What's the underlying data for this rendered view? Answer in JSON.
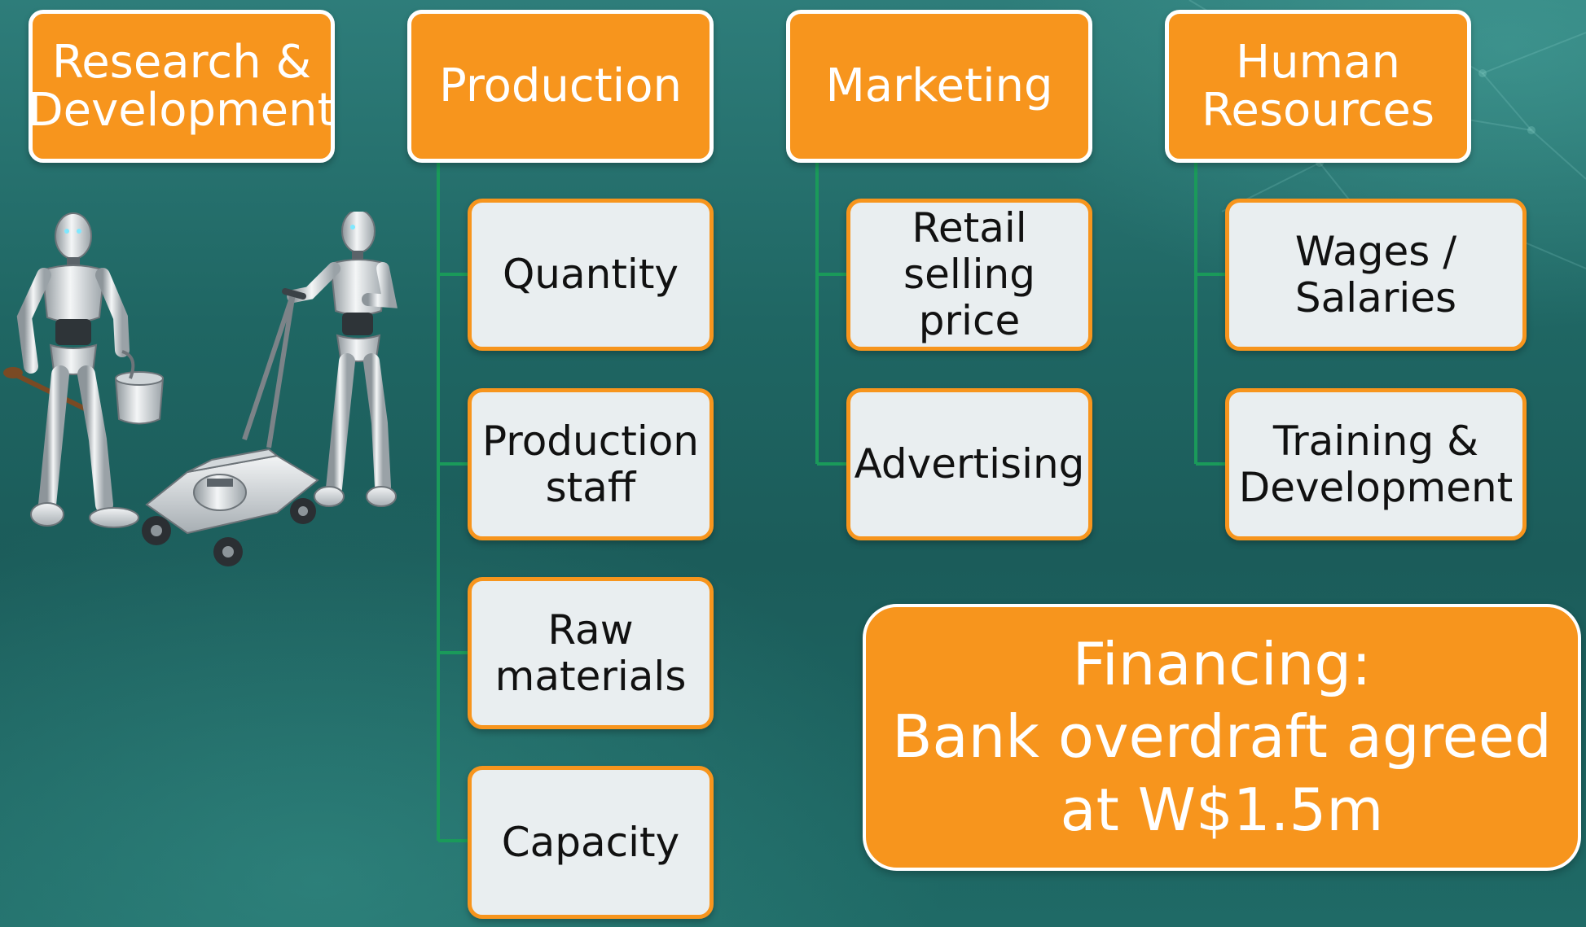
{
  "colors": {
    "accent_orange": "#f7951d",
    "sub_box_fill": "#e9eef0",
    "connector_green": "#1a9a5a",
    "background_teal": "#1f6663"
  },
  "departments": [
    {
      "key": "rd",
      "label": "Research &\nDevelopment",
      "items": []
    },
    {
      "key": "production",
      "label": "Production",
      "items": [
        "Quantity",
        "Production\nstaff",
        "Raw\nmaterials",
        "Capacity"
      ]
    },
    {
      "key": "marketing",
      "label": "Marketing",
      "items": [
        "Retail\nselling\nprice",
        "Advertising"
      ]
    },
    {
      "key": "hr",
      "label": "Human\nResources",
      "items": [
        "Wages /\nSalaries",
        "Training &\nDevelopment"
      ]
    }
  ],
  "financing": {
    "text": "Financing:\nBank overdraft agreed\nat W$1.5m"
  },
  "illustration": {
    "icon": "robots-cooking-and-mowing-illustration"
  }
}
